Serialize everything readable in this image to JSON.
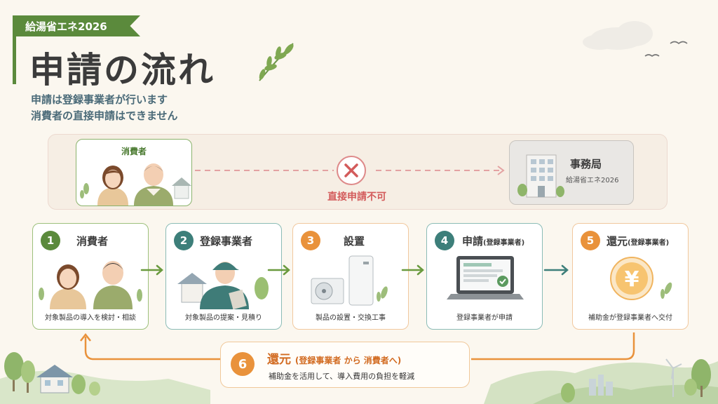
{
  "header": {
    "tag": "給湯省エネ2026",
    "title": "申請の流れ",
    "subtitle_line1": "申請は登録事業者が行います",
    "subtitle_line2": "消費者の直接申請はできません"
  },
  "top_panel": {
    "consumer_label": "消費者",
    "office_title": "事務局",
    "office_subtitle": "給湯省エネ2026",
    "not_allowed_label": "直接申請不可"
  },
  "steps": [
    {
      "number": "1",
      "title": "消費者",
      "title_note": "",
      "description": "対象製品の導入を検討・相談"
    },
    {
      "number": "2",
      "title": "登録事業者",
      "title_note": "",
      "description": "対象製品の提案・見積り"
    },
    {
      "number": "3",
      "title": "設置",
      "title_note": "",
      "description": "製品の設置・交換工事"
    },
    {
      "number": "4",
      "title": "申請",
      "title_note": "(登録事業者)",
      "description": "登録事業者が申請"
    },
    {
      "number": "5",
      "title": "還元",
      "title_note": "(登録事業者)",
      "description": "補助金が登録事業者へ交付"
    }
  ],
  "step6": {
    "number": "6",
    "title": "還元",
    "title_note": "(登録事業者 から 消費者へ)",
    "description": "補助金を活用して、導入費用の負担を軽減"
  },
  "yen_symbol": "¥",
  "colors": {
    "green": "#5b8a3c",
    "teal": "#3d7f7a",
    "orange": "#e9923b",
    "red": "#d35b5b",
    "background": "#fbf7ef"
  },
  "icons": [
    "leaf-icon",
    "cross-icon",
    "building-icon",
    "check-icon",
    "yen-coin-icon",
    "bird-icon",
    "arrow-right-icon"
  ]
}
